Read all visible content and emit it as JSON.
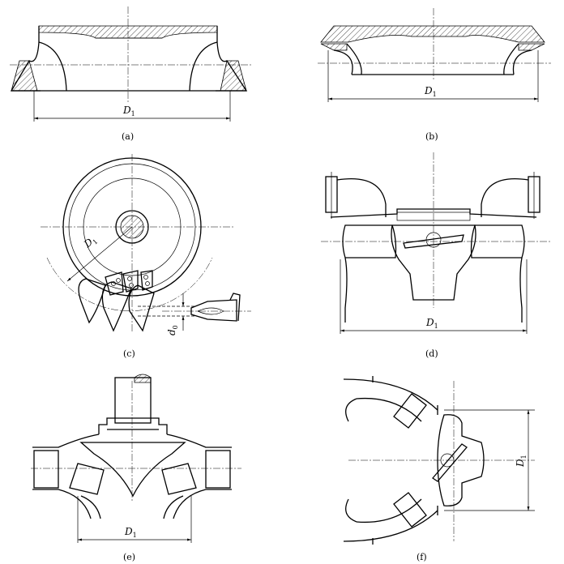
{
  "figure": {
    "panels": [
      {
        "id": "a",
        "caption": "(a)",
        "dim_symbol": "D",
        "dim_sub": "1"
      },
      {
        "id": "b",
        "caption": "(b)",
        "dim_symbol": "D",
        "dim_sub": "1"
      },
      {
        "id": "c",
        "caption": "(c)",
        "dim_symbol": "D",
        "dim_sub": "1",
        "extra_symbol": "d",
        "extra_sub": "0"
      },
      {
        "id": "d",
        "caption": "(d)",
        "dim_symbol": "D",
        "dim_sub": "1"
      },
      {
        "id": "e",
        "caption": "(e)",
        "dim_symbol": "D",
        "dim_sub": "1"
      },
      {
        "id": "f",
        "caption": "(f)",
        "dim_symbol": "D",
        "dim_sub": "1"
      }
    ]
  }
}
